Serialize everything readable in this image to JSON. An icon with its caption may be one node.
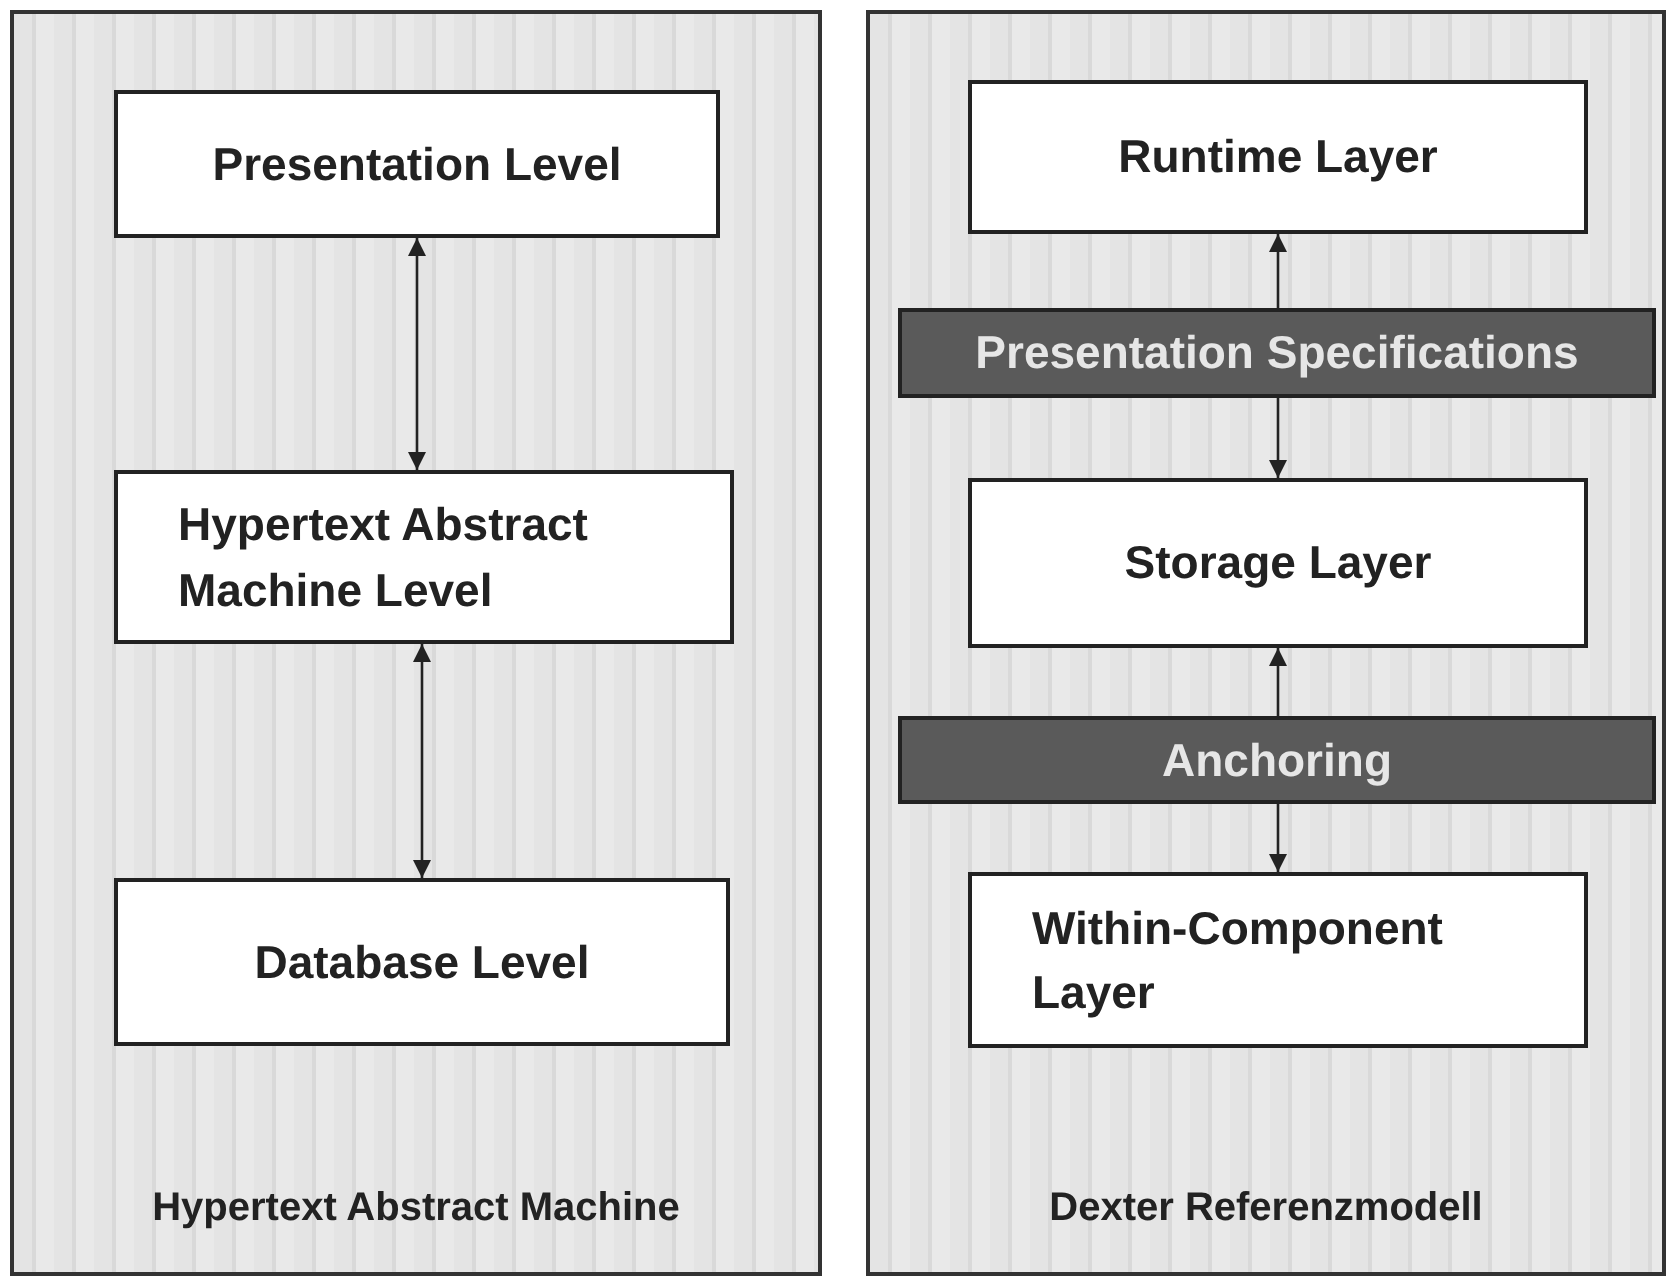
{
  "diagram": {
    "nodes": [
      {
        "text": [
          "Hypertext Abstract Machine"
        ]
      },
      {
        "text": [
          "Presentation Level"
        ],
        "in": 0
      },
      {
        "text": [
          "Hypertext Abstract Machine Level"
        ],
        "in": 0
      },
      {
        "text": [
          "Database Level"
        ],
        "in": 0
      },
      {
        "text": [
          "Dexter Referenzmodell"
        ]
      },
      {
        "text": [
          "Runtime Layer"
        ],
        "in": 4
      },
      {
        "text": [
          "Presentation Specifications"
        ],
        "in": 4
      },
      {
        "text": [
          "Storage Layer"
        ],
        "in": 4
      },
      {
        "text": [
          "Anchoring"
        ],
        "in": 4
      },
      {
        "text": [
          "Within-Component Layer"
        ],
        "in": 4
      }
    ],
    "edges": [
      {
        "from": 1,
        "to": 2,
        "arrow": "both"
      },
      {
        "from": 2,
        "to": 3,
        "arrow": "both"
      },
      {
        "from": 6,
        "to": 5,
        "arrow": "to"
      },
      {
        "from": 6,
        "to": 7,
        "arrow": "to"
      },
      {
        "from": 8,
        "to": 7,
        "arrow": "to"
      },
      {
        "from": 8,
        "to": 9,
        "arrow": "to"
      }
    ]
  }
}
